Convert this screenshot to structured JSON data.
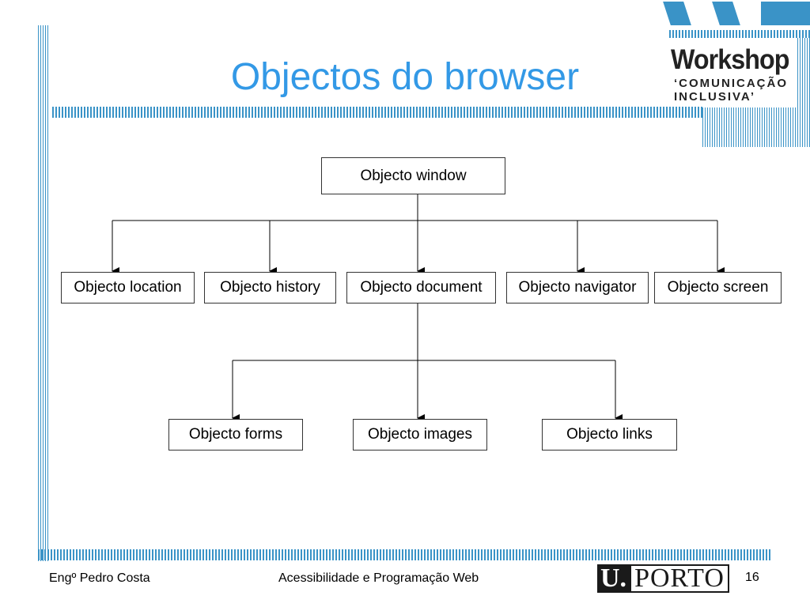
{
  "slide": {
    "title": "Objectos do browser",
    "logo": {
      "line1": "Workshop",
      "line2": "‘COMUNICAÇÃO",
      "line3": "INCLUSIVA’"
    },
    "footer": {
      "author": "Engº Pedro Costa",
      "course": "Acessibilidade e Programação Web",
      "logo_u": "U.",
      "logo_porto": "PORTO",
      "page_number": "16"
    },
    "accent_color": "#3399e6"
  },
  "diagram": {
    "root": "Objecto window",
    "level1": [
      "Objecto location",
      "Objecto history",
      "Objecto document",
      "Objecto navigator",
      "Objecto screen"
    ],
    "level2": [
      "Objecto forms",
      "Objecto images",
      "Objecto links"
    ]
  }
}
